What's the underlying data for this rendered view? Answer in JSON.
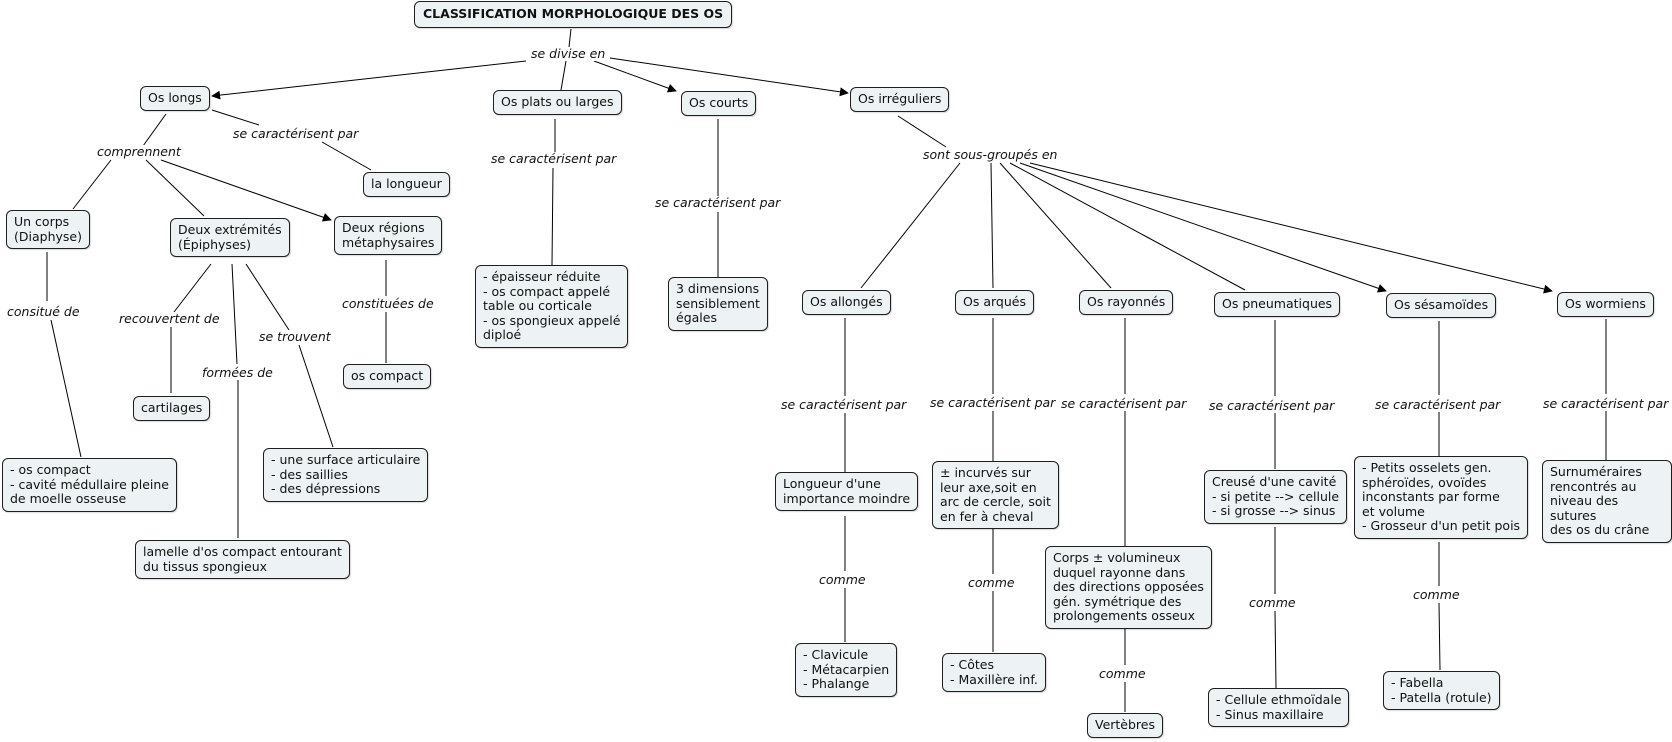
{
  "title": "CLASSIFICATION MORPHOLOGIQUE DES OS",
  "nodes": {
    "os_longs": "Os longs",
    "os_plats": "Os plats ou larges",
    "os_courts": "Os courts",
    "os_irreguliers": "Os irréguliers",
    "la_longueur": "la longueur",
    "un_corps": "Un corps\n(Diaphyse)",
    "deux_extremites": "Deux extrémités\n(Épiphyses)",
    "deux_regions": "Deux régions\nmétaphysaires",
    "os_compact_corps": "- os compact\n- cavité médullaire pleine\n  de moelle osseuse",
    "cartilages": "cartilages",
    "lamelle": "lamelle d'os compact entourant\ndu tissus spongieux",
    "surface": "- une surface articulaire\n- des saillies\n- des dépressions",
    "os_compact_region": "os compact",
    "plats_desc": "- épaisseur réduite\n- os compact appelé\n  table ou corticale\n- os spongieux appelé\n  diploé",
    "courts_desc": "3 dimensions\nsensiblement\négales",
    "allonges": "Os allongés",
    "arques": "Os arqués",
    "rayonnes": "Os rayonnés",
    "pneumatiques": "Os pneumatiques",
    "sesamoides": "Os sésamoïdes",
    "wormiens": "Os wormiens",
    "allonges_desc": "Longueur d'une\nimportance moindre",
    "allonges_ex": "- Clavicule\n- Métacarpien\n- Phalange",
    "arques_desc": "± incurvés sur\nleur axe,soit en\narc de cercle, soit\nen fer à cheval",
    "arques_ex": "- Côtes\n- Maxillère inf.",
    "rayonnes_desc": "Corps ± volumineux\nduquel rayonne dans\ndes directions opposées\ngén. symétrique des\nprolongements osseux",
    "rayonnes_ex": "Vertèbres",
    "pneumatiques_desc": "Creusé d'une cavité\n- si petite --> cellule\n- si grosse --> sinus",
    "pneumatiques_ex": "- Cellule ethmoïdale\n- Sinus maxillaire",
    "sesamoides_desc": "- Petits osselets gen.\n  sphéroïdes, ovoïdes\n  inconstants par forme\n  et volume\n- Grosseur d'un petit pois",
    "sesamoides_ex": "- Fabella\n- Patella (rotule)",
    "wormiens_desc": "Surnuméraires\nrencontrés au\nniveau des sutures\ndes os du crâne"
  },
  "labels": {
    "se_divise_en": "se divise en",
    "comprennent": "comprennent",
    "caract_longs": "se caractérisent par",
    "caract_plats": "se caractérisent par",
    "caract_courts": "se caractérisent par",
    "sous_groupes": "sont sous-groupés en",
    "constitue_de": "consitué de",
    "recouvertent_de": "recouvertent de",
    "formees_de": "formées de",
    "se_trouvent": "se trouvent",
    "constituees_de": "constituées de",
    "caract_allonges": "se caractérisent par",
    "caract_arques": "se caractérisent par",
    "caract_rayonnes": "se caractérisent par",
    "caract_pneumatiques": "se caractérisent par",
    "caract_sesamoides": "se caractérisent par",
    "caract_wormiens": "se caractérisent par",
    "comme_allonges": "comme",
    "comme_arques": "comme",
    "comme_rayonnes": "comme",
    "comme_pneumatiques": "comme",
    "comme_sesamoides": "comme"
  }
}
